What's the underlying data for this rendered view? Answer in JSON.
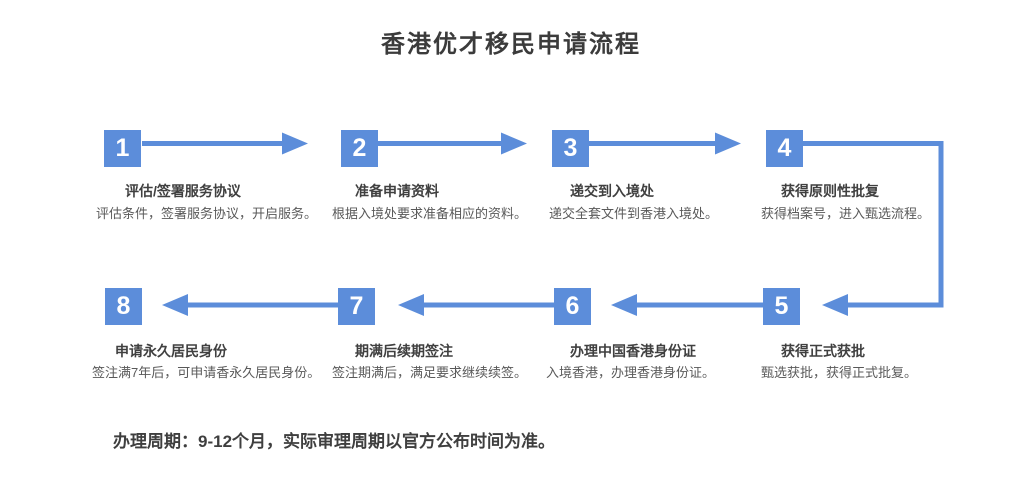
{
  "title": "香港优才移民申请流程",
  "colors": {
    "accent": "#5C8DDA"
  },
  "steps": [
    {
      "num": "1",
      "title": "评估/签署服务协议",
      "desc": "评估条件，签署服务协议，开启服务。"
    },
    {
      "num": "2",
      "title": "准备申请资料",
      "desc": "根据入境处要求准备相应的资料。"
    },
    {
      "num": "3",
      "title": "递交到入境处",
      "desc": "递交全套文件到香港入境处。"
    },
    {
      "num": "4",
      "title": "获得原则性批复",
      "desc": "获得档案号，进入甄选流程。"
    },
    {
      "num": "5",
      "title": "获得正式获批",
      "desc": "甄选获批，获得正式批复。"
    },
    {
      "num": "6",
      "title": "办理中国香港身份证",
      "desc": "入境香港，办理香港身份证。"
    },
    {
      "num": "7",
      "title": "期满后续期签注",
      "desc": "签注期满后，满足要求继续续签。"
    },
    {
      "num": "8",
      "title": "申请永久居民身份",
      "desc": "签注满7年后，可申请香永久居民身份。"
    }
  ],
  "note": "办理周期：9-12个月，实际审理周期以官方公布时间为准。"
}
